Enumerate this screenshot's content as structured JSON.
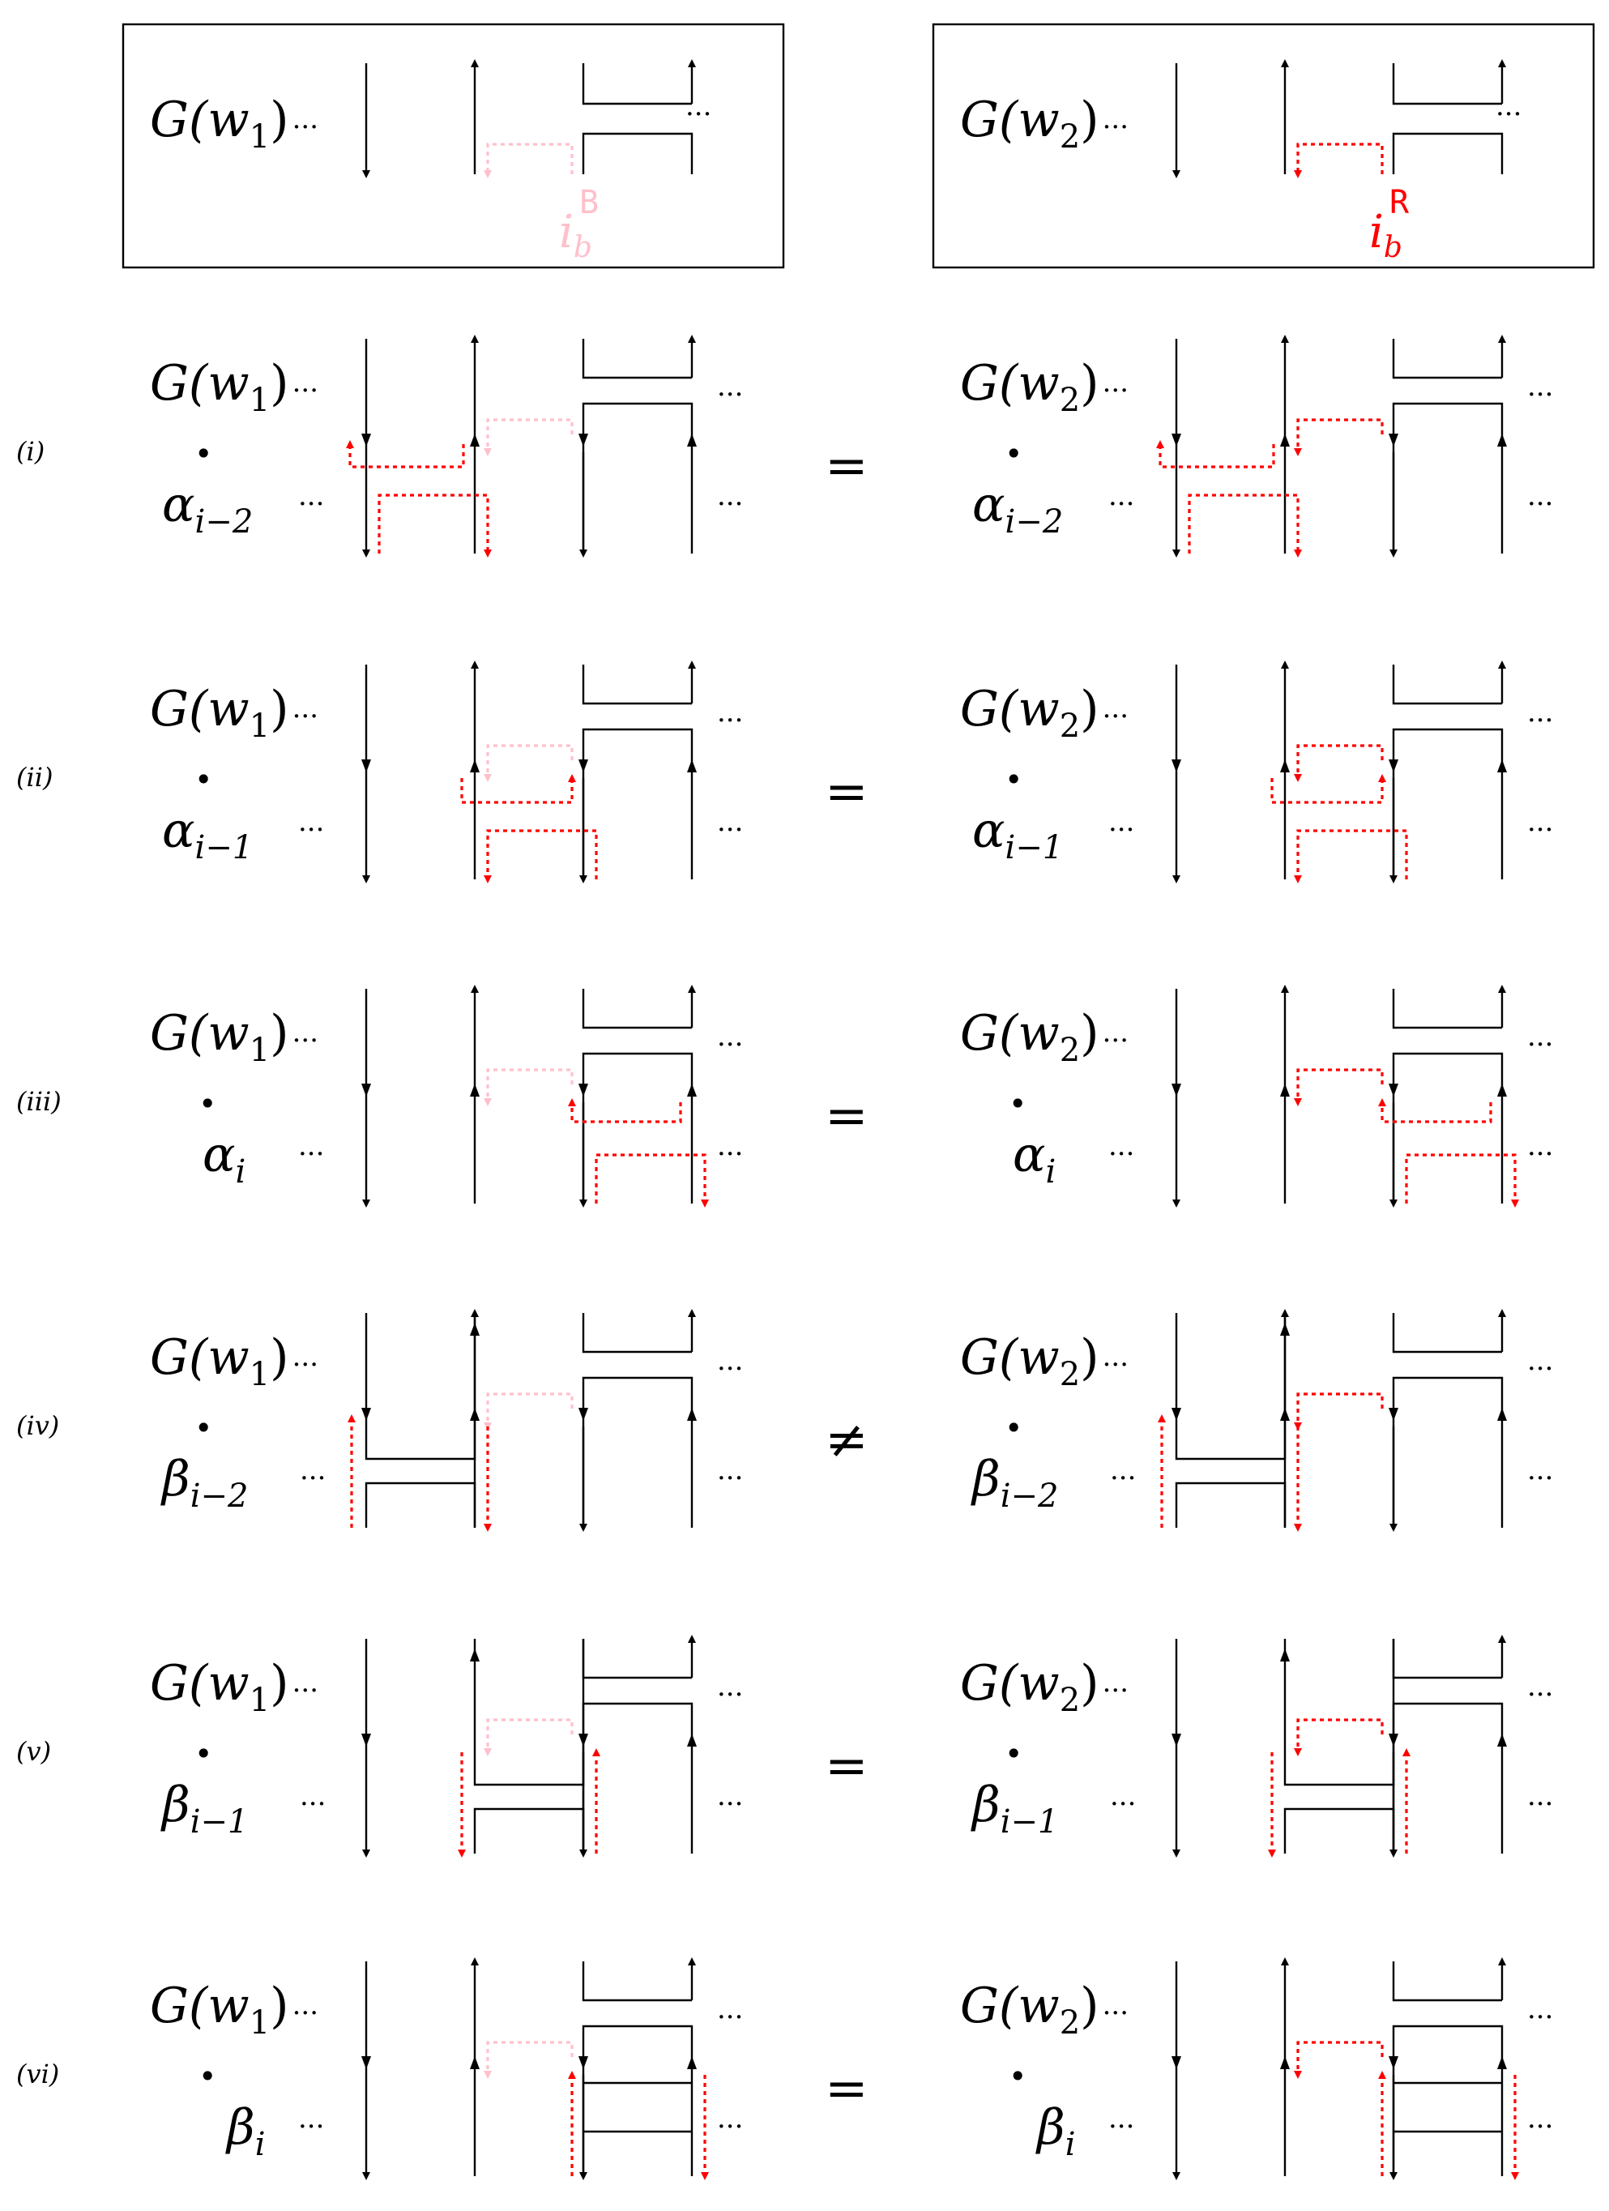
{
  "colors": {
    "line": "#000000",
    "path_red": "#ff0000",
    "path_pink": "#ffc0cb"
  },
  "header": {
    "left": {
      "g_label": "G(w",
      "g_sub": "1",
      "g_close": ")",
      "dots": "···",
      "marker": "i",
      "marker_sub": "b",
      "marker_sup": "B"
    },
    "right": {
      "g_label": "G(w",
      "g_sub": "2",
      "g_close": ")",
      "dots": "···",
      "marker": "i",
      "marker_sub": "b",
      "marker_sup": "R"
    }
  },
  "ellipsis": "···",
  "bullet": "•",
  "rows": [
    {
      "label": "(i)",
      "relation": "=",
      "letter": "α",
      "sub": "i−2",
      "g1": "G(w",
      "g1sub": "1",
      "g2": "G(w",
      "g2sub": "2",
      "close": ")"
    },
    {
      "label": "(ii)",
      "relation": "=",
      "letter": "α",
      "sub": "i−1",
      "g1": "G(w",
      "g1sub": "1",
      "g2": "G(w",
      "g2sub": "2",
      "close": ")"
    },
    {
      "label": "(iii)",
      "relation": "=",
      "letter": "α",
      "sub": "i",
      "g1": "G(w",
      "g1sub": "1",
      "g2": "G(w",
      "g2sub": "2",
      "close": ")"
    },
    {
      "label": "(iv)",
      "relation": "≠",
      "letter": "β",
      "sub": "i−2",
      "g1": "G(w",
      "g1sub": "1",
      "g2": "G(w",
      "g2sub": "2",
      "close": ")"
    },
    {
      "label": "(v)",
      "relation": "=",
      "letter": "β",
      "sub": "i−1",
      "g1": "G(w",
      "g1sub": "1",
      "g2": "G(w",
      "g2sub": "2",
      "close": ")"
    },
    {
      "label": "(vi)",
      "relation": "=",
      "letter": "β",
      "sub": "i",
      "g1": "G(w",
      "g1sub": "1",
      "g2": "G(w",
      "g2sub": "2",
      "close": ")"
    }
  ]
}
